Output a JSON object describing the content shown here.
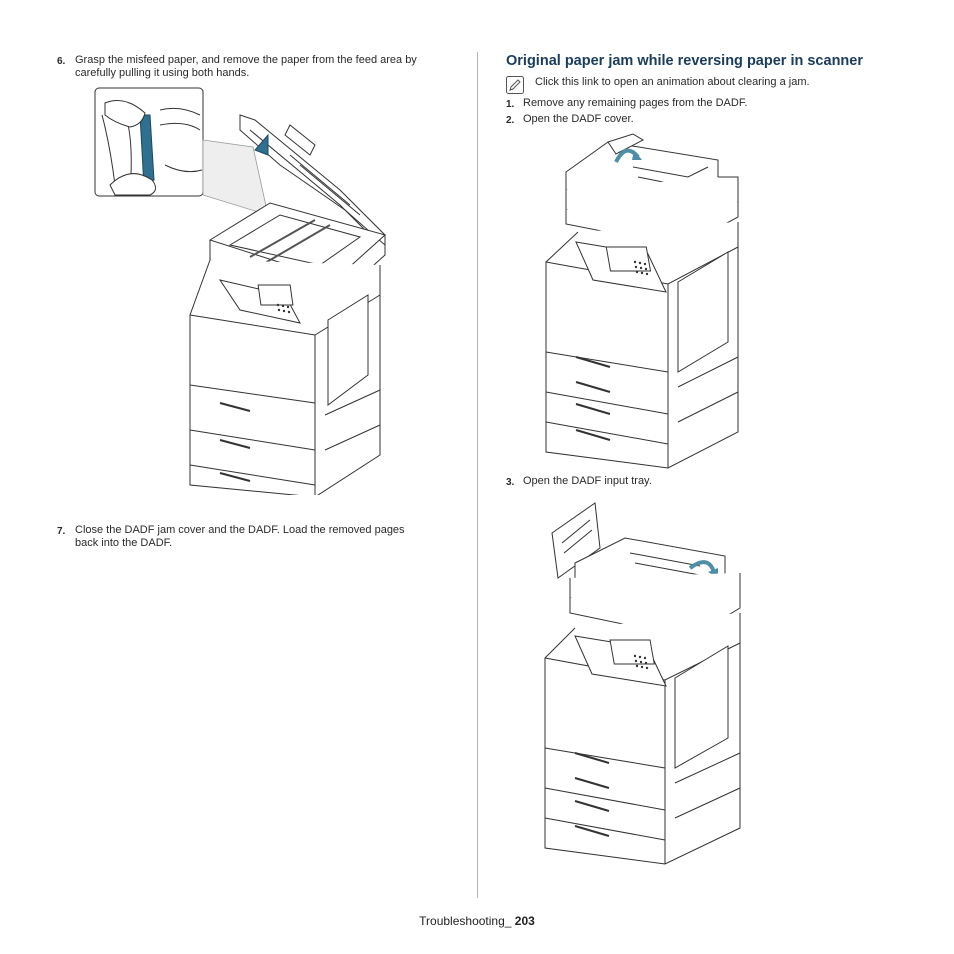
{
  "left": {
    "step6": {
      "num": "6.",
      "line1": "Grasp the misfeed paper, and remove the paper from the feed area by",
      "line2": "carefully pulling it using both hands."
    },
    "step7": {
      "num": "7.",
      "line1": "Close the DADF jam cover and the DADF. Load the removed pages",
      "line2": "back into the DADF."
    }
  },
  "right": {
    "heading": "Original paper jam while reversing paper in scanner",
    "note": "Click this link to open an animation about clearing a jam.",
    "note_icon": "pencil-note-icon",
    "step1": {
      "num": "1.",
      "text": "Remove any remaining pages from the DADF."
    },
    "step2": {
      "num": "2.",
      "text": "Open the DADF cover."
    },
    "step3": {
      "num": "3.",
      "text": "Open the DADF input tray."
    }
  },
  "footer": {
    "section": "Troubleshooting_",
    "page": "203"
  },
  "colors": {
    "heading": "#1a3c5a",
    "paper_highlight": "#2f6f8f",
    "arrow": "#4d8fa8"
  }
}
